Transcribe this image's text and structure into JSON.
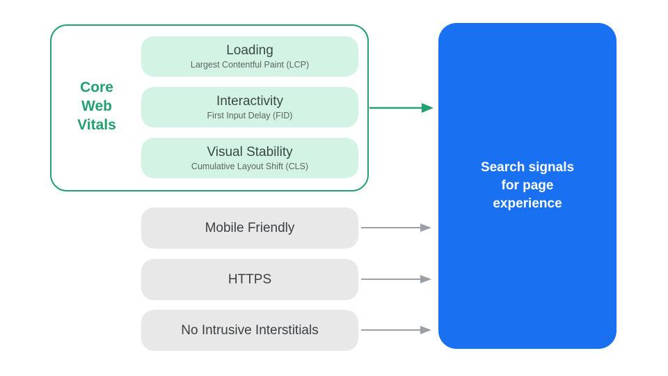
{
  "diagram": {
    "core_web_vitals": {
      "label_lines": [
        "Core",
        "Web",
        "Vitals"
      ],
      "items": [
        {
          "title": "Loading",
          "subtitle": "Largest Contentful Paint (LCP)"
        },
        {
          "title": "Interactivity",
          "subtitle": "First Input Delay (FID)"
        },
        {
          "title": "Visual Stability",
          "subtitle": "Cumulative Layout Shift (CLS)"
        }
      ]
    },
    "other_signals": [
      {
        "label": "Mobile Friendly"
      },
      {
        "label": "HTTPS"
      },
      {
        "label": "No Intrusive Interstitials"
      }
    ],
    "target": {
      "lines": [
        "Search signals",
        "for page",
        "experience"
      ]
    },
    "colors": {
      "green": "#22A06F",
      "green_fill": "#D3F4E4",
      "gray_fill": "#E8E8E8",
      "gray_arrow": "#9AA0A6",
      "blue": "#1970F1",
      "title_text": "#3A4843",
      "subtitle_text": "#5A665F",
      "gray_text": "#3C4043"
    }
  }
}
